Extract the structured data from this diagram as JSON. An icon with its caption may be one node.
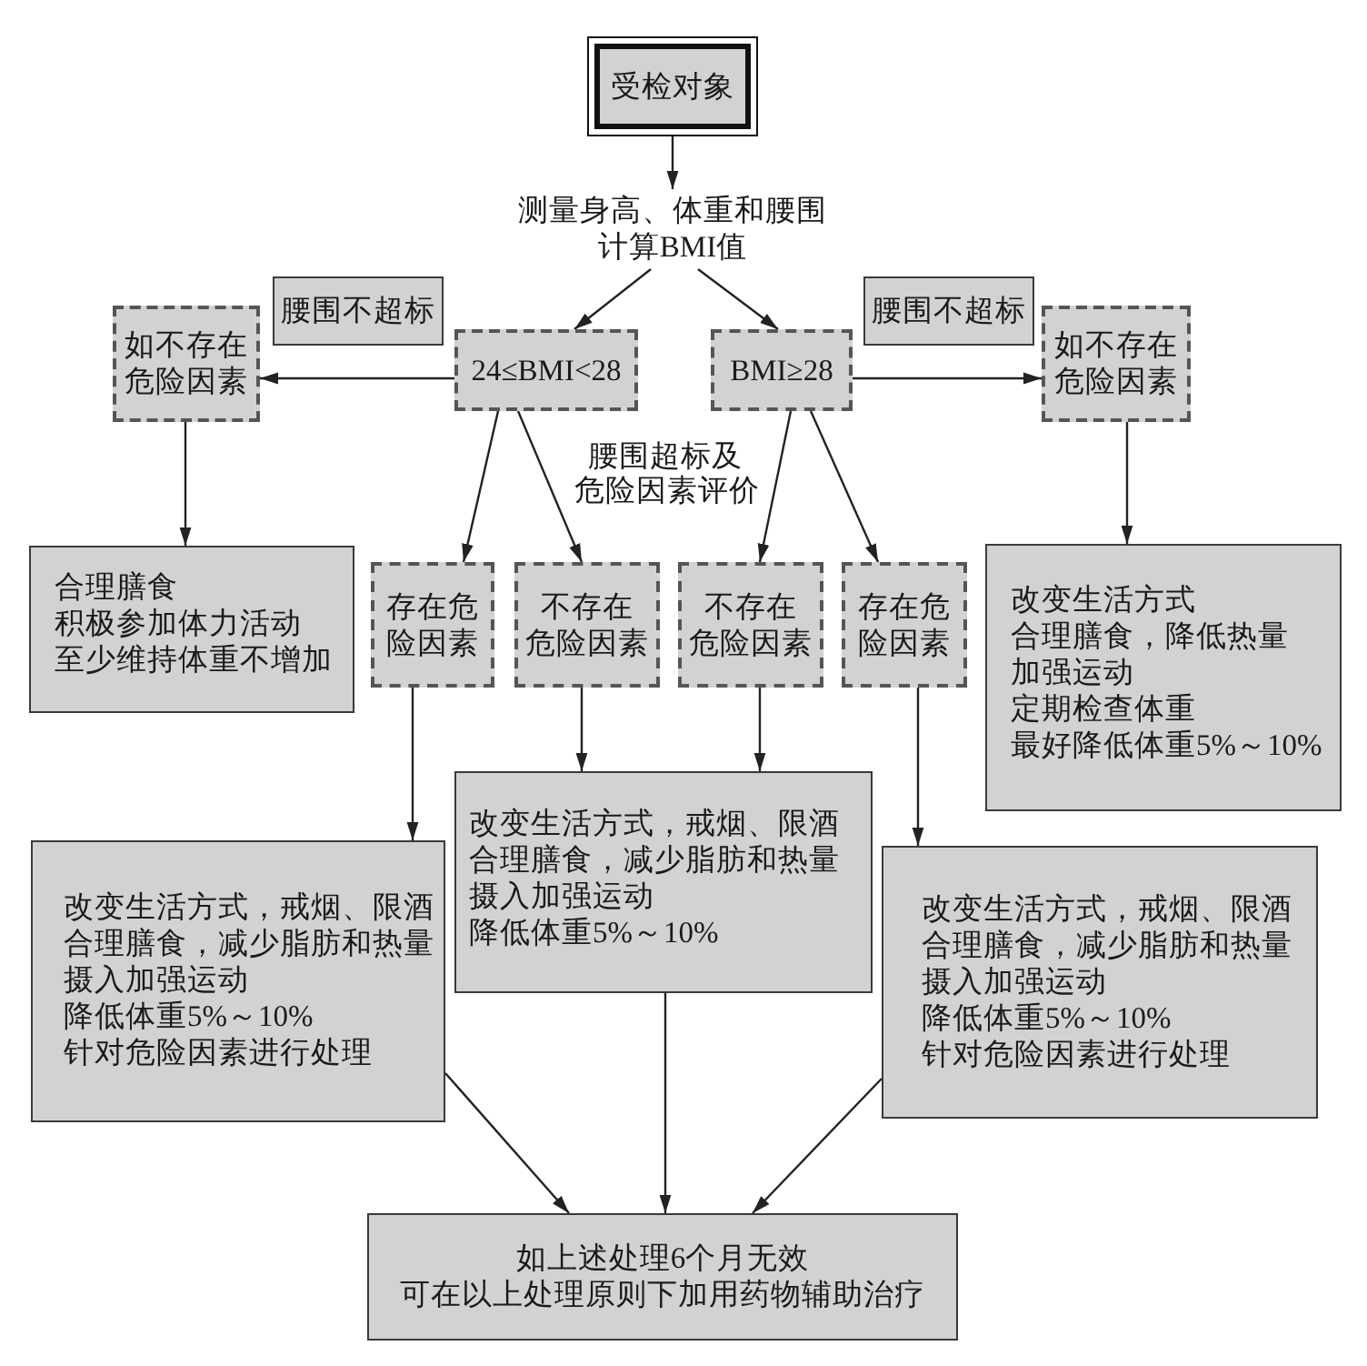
{
  "diagram": {
    "nodes": [
      {
        "text": [
          "受检对象"
        ]
      },
      {
        "text": [
          "测量身高、体重和腰围",
          "计算BMI值"
        ]
      },
      {
        "text": [
          "如不存在危险因素"
        ]
      },
      {
        "text": [
          "腰围不超标"
        ]
      },
      {
        "text": [
          "24≤BMI<28"
        ]
      },
      {
        "text": [
          "BMI≥28"
        ]
      },
      {
        "text": [
          "腰围不超标"
        ]
      },
      {
        "text": [
          "如不存在危险因素"
        ]
      },
      {
        "text": [
          "合理膳食",
          "积极参加体力活动",
          "至少维持体重不增加"
        ]
      },
      {
        "text": [
          "存在危险因素"
        ]
      },
      {
        "text": [
          "不存在危险因素"
        ]
      },
      {
        "text": [
          "不存在危险因素"
        ]
      },
      {
        "text": [
          "存在危险因素"
        ]
      },
      {
        "text": [
          "改变生活方式",
          "合理膳食，降低热量",
          "加强运动",
          "定期检查体重",
          "最好降低体重5%～10%"
        ]
      },
      {
        "text": [
          "改变生活方式，戒烟、限酒",
          "合理膳食，减少脂肪和热量",
          "摄入加强运动",
          "降低体重5%～10%",
          "针对危险因素进行处理"
        ]
      },
      {
        "text": [
          "改变生活方式，戒烟、限酒",
          "合理膳食，减少脂肪和热量",
          "摄入加强运动",
          "降低体重5%～10%"
        ]
      },
      {
        "text": [
          "改变生活方式，戒烟、限酒",
          "合理膳食，减少脂肪和热量",
          "摄入加强运动",
          "降低体重5%～10%",
          "针对危险因素进行处理"
        ]
      },
      {
        "text": [
          "如上述处理6个月无效",
          "可在以上处理原则下加用药物辅助治疗"
        ]
      }
    ],
    "edges": [
      {
        "from": 0,
        "to": 1,
        "arrow": "to"
      },
      {
        "from": 1,
        "to": 4,
        "arrow": "to"
      },
      {
        "from": 1,
        "to": 5,
        "arrow": "to"
      },
      {
        "from": 4,
        "to": 2,
        "arrow": "to"
      },
      {
        "from": 5,
        "to": 7,
        "arrow": "to"
      },
      {
        "from": 2,
        "to": 8,
        "arrow": "to"
      },
      {
        "from": 7,
        "to": 13,
        "arrow": "to"
      },
      {
        "from": 4,
        "to": 9,
        "arrow": "to"
      },
      {
        "from": 4,
        "to": 10,
        "arrow": "to"
      },
      {
        "from": 5,
        "to": 11,
        "arrow": "to"
      },
      {
        "from": 5,
        "to": 12,
        "arrow": "to"
      },
      {
        "from": 9,
        "to": 14,
        "arrow": "to"
      },
      {
        "from": 10,
        "to": 15,
        "arrow": "to"
      },
      {
        "from": 11,
        "to": 15,
        "arrow": "to"
      },
      {
        "from": 12,
        "to": 16,
        "arrow": "to"
      },
      {
        "from": 14,
        "to": 17,
        "arrow": "to"
      },
      {
        "from": 15,
        "to": 17,
        "arrow": "to"
      },
      {
        "from": 16,
        "to": 17,
        "arrow": "to"
      }
    ],
    "labels": [
      "腰围超标及危险因素评价"
    ]
  }
}
